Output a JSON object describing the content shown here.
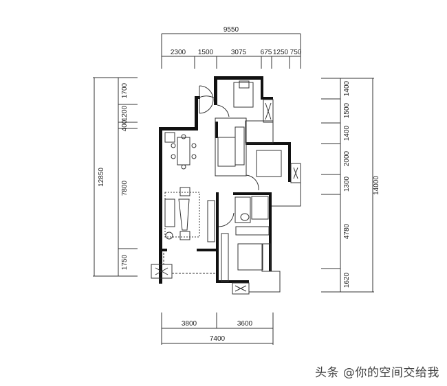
{
  "dimensions": {
    "top_total": "9550",
    "top_segments": [
      "2300",
      "1500",
      "3075",
      "675",
      "1250",
      "750"
    ],
    "left_total": "12850",
    "left_segments": [
      "1700",
      "1200",
      "400",
      "7800",
      "1750"
    ],
    "right_total": "14000",
    "right_segments": [
      "1400",
      "1500",
      "1400",
      "2000",
      "1300",
      "4780",
      "1620"
    ],
    "bottom_total": "7400",
    "bottom_segments": [
      "3800",
      "3600"
    ]
  },
  "watermark": "头条 @你的空间交给我",
  "colors": {
    "wall": "#111111",
    "line": "#333333"
  }
}
